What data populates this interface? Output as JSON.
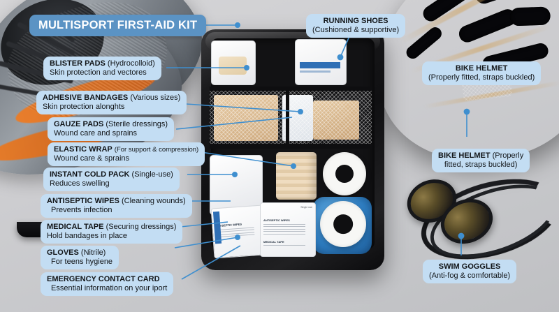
{
  "title": {
    "text": "MULTISPORT FIRST-AID KIT"
  },
  "labels_left": [
    {
      "id": "blister-pads",
      "heading": "BLISTER PADS",
      "qualifier": "(Hydrocolloid)",
      "subtitle": "Skin protection and vectores"
    },
    {
      "id": "adhesive-bandages",
      "heading": "ADHESIVE BANDAGES",
      "qualifier": "(Various sizes)",
      "subtitle": "Skin protection alonghts"
    },
    {
      "id": "gauze-pads",
      "heading": "GAUZE PADS",
      "qualifier": "(Sterile dressings)",
      "subtitle": "Wound care and sprains"
    },
    {
      "id": "elastic-wrap",
      "heading": "ELASTIC WRAP",
      "qualifier": "(For support & compression)",
      "subtitle": "Wound care & sprains"
    },
    {
      "id": "instant-cold-pack",
      "heading": "INSTANT COLD PACK",
      "qualifier": "(Single-use)",
      "subtitle": "Reduces swelling"
    },
    {
      "id": "antiseptic-wipes",
      "heading": "ANTISEPTIC WIPES",
      "qualifier": "(Cleaning wounds)",
      "subtitle": "Prevents infection"
    },
    {
      "id": "medical-tape",
      "heading": "MEDICAL TAPE",
      "qualifier": "(Securing dressings)",
      "subtitle": "Hold bandages in place"
    },
    {
      "id": "gloves",
      "heading": "GLOVES",
      "qualifier": "(Nitrile)",
      "subtitle": "For teens hygiene"
    },
    {
      "id": "emergency-contact-card",
      "heading": "EMERGENCY CONTACT CARD",
      "qualifier": "",
      "subtitle": "Essential information on your iport"
    }
  ],
  "labels_right": [
    {
      "id": "running-shoes",
      "heading": "RUNNING SHOES",
      "qualifier": "",
      "subtitle": "(Cushioned & supportive)"
    },
    {
      "id": "bike-helmet-top",
      "heading": "BIKE HELMET",
      "qualifier": "",
      "subtitle": "(Properly fitted, straps buckled)"
    },
    {
      "id": "bike-helmet-bottom",
      "heading": "BIKE HELMET",
      "qualifier": "(Properly",
      "subtitle": "fitted, straps buckled)"
    },
    {
      "id": "swim-goggles",
      "heading": "SWIM GOGGLES",
      "qualifier": "",
      "subtitle": "(Anti-fog & comfortable)"
    }
  ],
  "colors": {
    "title_background": "#5b93c4",
    "title_text": "#ffffff",
    "label_background": "#c3ddf3",
    "label_text": "#111417",
    "connector_line": "#3f8fcf",
    "page_background": "#c9cacc"
  },
  "kit_items": {
    "wipe_packet_title": "ANTISEPTIC WIPES",
    "wipe_packet_note": "Single use",
    "wipe_packet_footer": "MEDICAL TAPE"
  }
}
